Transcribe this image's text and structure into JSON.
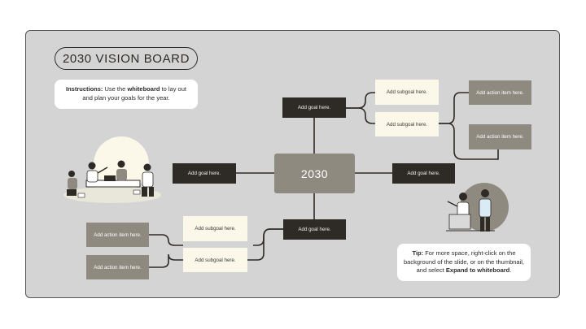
{
  "title": "2030 VISION BOARD",
  "instructions": {
    "lead": "Instructions:",
    "pre": " Use the ",
    "bold": "whiteboard",
    "post": " to lay out and plan your goals for the year."
  },
  "center_label": "2030",
  "goals": {
    "top": "Add goal here.",
    "left": "Add goal here.",
    "right": "Add goal here.",
    "bottom": "Add goal here."
  },
  "subgoals": {
    "top_1": "Add subgoal here.",
    "top_2": "Add subgoal here.",
    "bottom_1": "Add subgoal here.",
    "bottom_2": "Add subgoal here."
  },
  "action_items": {
    "top_1": "Add action item here.",
    "top_2": "Add action item here.",
    "bottom_1": "Add action item here.",
    "bottom_2": "Add action item here."
  },
  "tip": {
    "lead": "Tip:",
    "pre": " For more space, right-click on the background of the slide, or on the thumbnail, and select ",
    "bold": "Expand to whiteboard",
    "post": "."
  },
  "colors": {
    "dark": "#2e2a26",
    "accent_gray": "#8f8a7f",
    "cream": "#fbf8e9",
    "board": "#d4d4d4"
  }
}
